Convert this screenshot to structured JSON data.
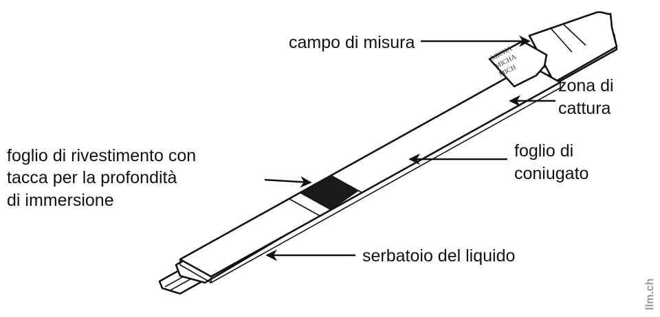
{
  "labels": {
    "measuring_field": "campo di misura",
    "capture_zone": [
      "zona di",
      "cattura"
    ],
    "cover_foil": [
      "foglio di rivestimento con",
      "tacca per la profondità",
      "di immersione"
    ],
    "conjugate_foil": [
      "foglio di",
      "coniugato"
    ],
    "liquid_reservoir": "serbatoio del liquido"
  },
  "strip_print": [
    "MICHA",
    "MICHA",
    "MICH"
  ],
  "watermark": "llm.ch"
}
